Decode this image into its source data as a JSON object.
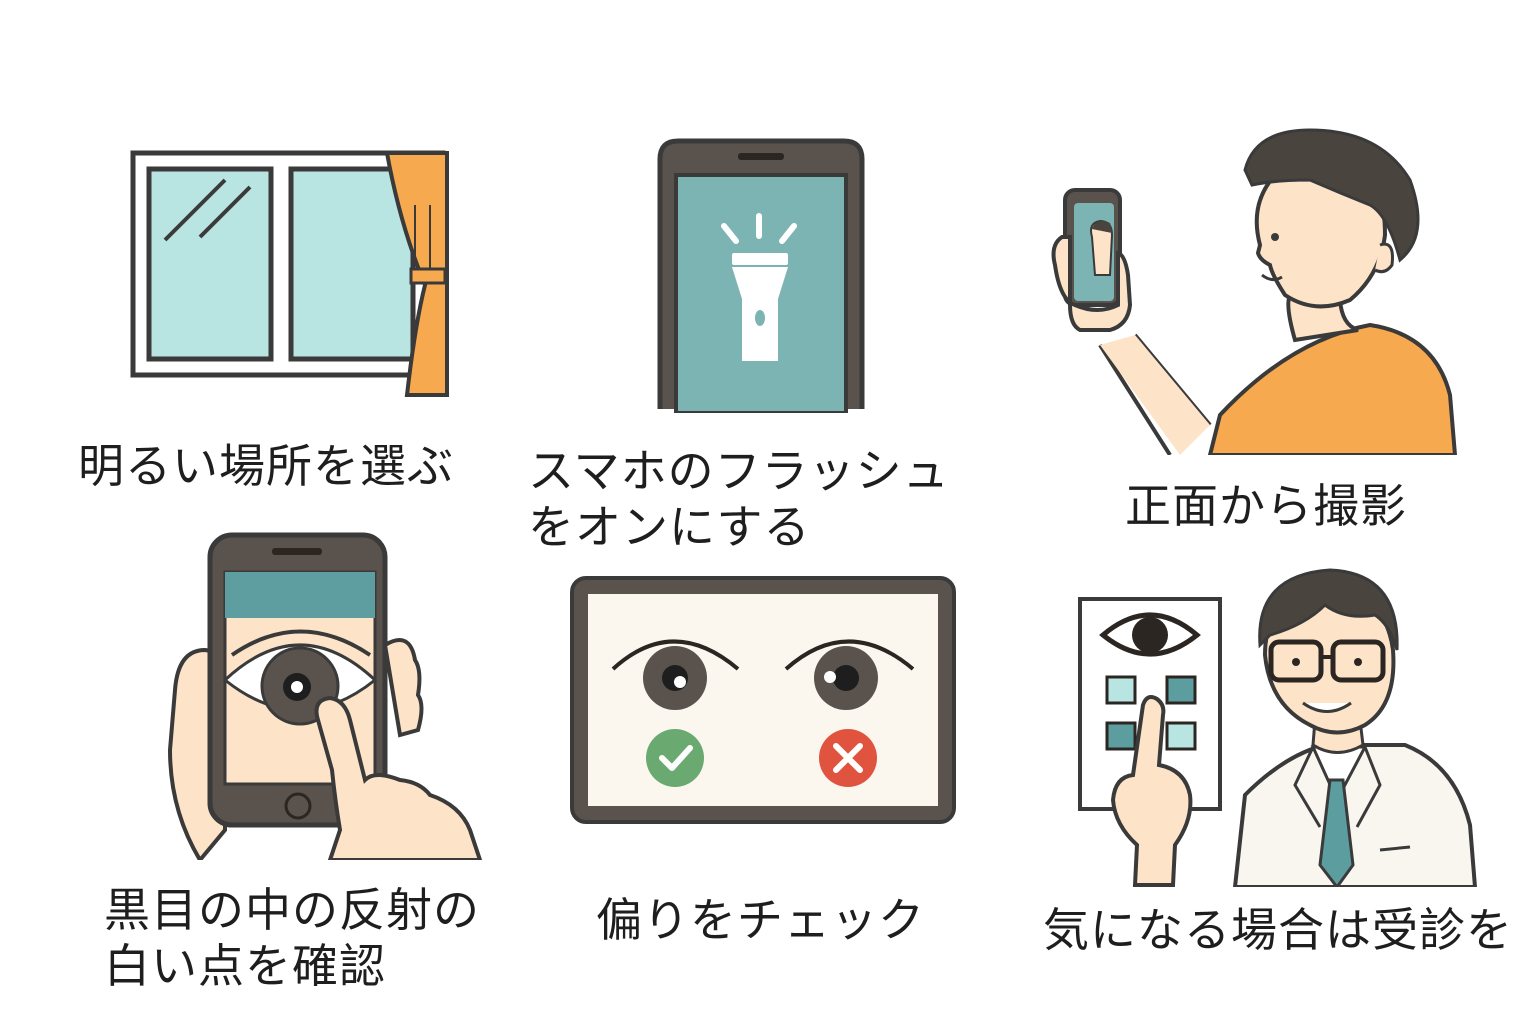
{
  "steps": [
    {
      "id": "window",
      "lines": [
        "明るい場所を選ぶ"
      ],
      "icon": "window-curtain-icon"
    },
    {
      "id": "flash",
      "lines": [
        "スマホのフラッシュ",
        "をオンにする"
      ],
      "icon": "flashlight-icon"
    },
    {
      "id": "selfie",
      "lines": [
        "正面から撮影"
      ],
      "icon": "selfie-person-icon"
    },
    {
      "id": "reflex",
      "lines": [
        "黒目の中の反射の",
        "白い点を確認"
      ],
      "icon": "eye-on-phone-icon"
    },
    {
      "id": "compare",
      "lines": [
        "偏りをチェック"
      ],
      "icon": "eyes-compare-icon"
    },
    {
      "id": "doctor",
      "lines": [
        "気になる場合は受診を"
      ],
      "icon": "doctor-eye-chart-icon"
    }
  ],
  "colors": {
    "outline": "#3a3a3a",
    "glass": "#b8e4e2",
    "curtain": "#f6a94e",
    "phone_frame": "#5a534d",
    "screen_teal": "#7cb3b3",
    "skin": "#fde3c8",
    "shirt": "#f6a94e",
    "hair": "#4a443f",
    "ok_green": "#6aaa70",
    "ng_red": "#e0533f",
    "tie": "#5c9ea0"
  }
}
